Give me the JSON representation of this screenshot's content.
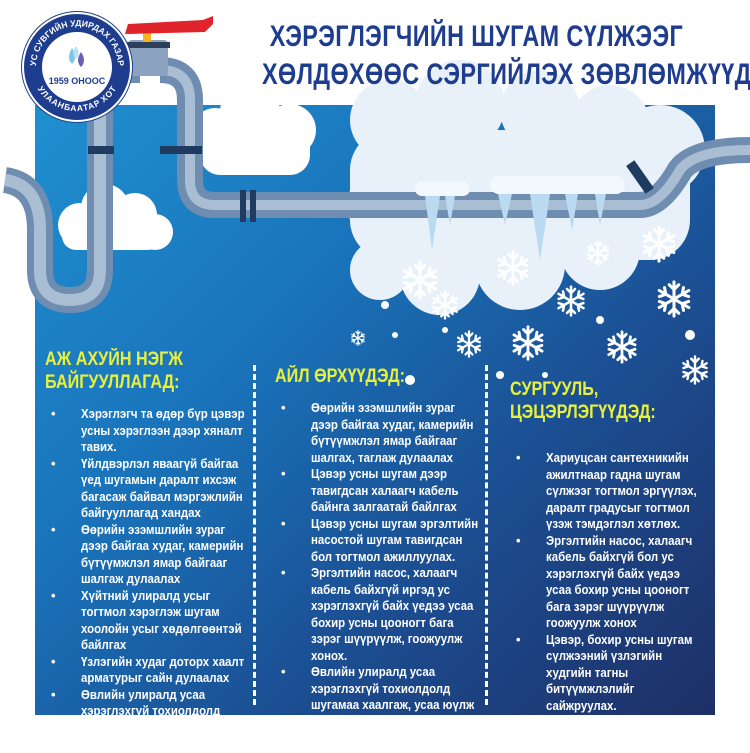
{
  "header": {
    "title_line1": "ХЭРЭГЛЭГЧИЙН ШУГАМ СҮЛЖЭЭГ",
    "title_line2": "ХӨЛДӨХӨӨС СЭРГИЙЛЭХ ЗӨВЛӨМЖҮҮД"
  },
  "logo": {
    "ring_top": "УС СУВГИЙН УДИРДАХ ГАЗАР",
    "ring_bottom": "УЛААНБААТАР ХОТ",
    "year": "1959 ОНООС"
  },
  "colors": {
    "title": "#1e3d8f",
    "heading": "#e8f03a",
    "panel_light": "#1f8fd0",
    "panel_dark": "#1e2f66",
    "valve_handle": "#e0242b"
  },
  "sections": [
    {
      "heading_line1": "АЖ АХУЙН НЭГЖ",
      "heading_line2": "БАЙГУУЛЛАГАД:",
      "items": [
        "Хэрэглэгч та өдөр бүр цэвэр усны хэрэглээн дээр хяналт тавих.",
        "Үйлдвэрлэл яваагүй байгаа үед шугамын даралт ихсэж багасаж байвал мэргэжлийн байгууллагад  хандах",
        "Өөрийн эзэмшлийн  зураг дээр байгаа худаг, камерийн бүтүүмжлэл ямар   байгааг шалгаж дулаалах",
        "Хүйтний улиралд  усыг тогтмол хэрэглэж шугам хоолойн усыг хөдөлгөөнтэй байлгах",
        "Үзлэгийн худаг доторх хаалт арматурыг сайн дулаалах",
        "Өвлийн улиралд усаа хэрэглэхгүй тохиолдолд шугмаа хаалгаж, усаа юүлж хоослох."
      ]
    },
    {
      "heading_line1": "АЙЛ ӨРХҮҮДЭД:",
      "heading_line2": "",
      "items": [
        "Өөрийн эзэмшлийн  зураг дээр байгаа худаг, камерийн бүтүүмжлэл ямар байгааг шалгах, таглаж дулаалах",
        "Цэвэр усны шугам дээр тавигдсан халаагч кабель байнга залгаатай байлгах",
        "Цэвэр усны шугам эргэлтийн насостой шугам тавигдсан бол тогтмол ажиллуулах.",
        "Эргэлтийн насос, халаагч кабель байхгүй иргэд ус хэрэглэхгүй  байх үедээ усаа бохир усны цооногт бага зэрэг шүүрүүлж, гоожуулж хонох.",
        "Өвлийн улиралд усаа хэрэглэхгүй тохиолдолд шугамаа хаалгаж, усаа юүлж хоослох"
      ]
    },
    {
      "heading_line1": "СУРГУУЛЬ,",
      "heading_line2": "ЦЭЦЭРЛЭГҮҮДЭД:",
      "items": [
        "Хариуцсан сантехникийн ажилтнаар гадна шугам сүлжээг тогтмол эргүүлэх, даралт градусыг тогтмол үзэж тэмдэглэл хөтлөх.",
        "Эргэлтийн насос, халаагч кабель байхгүй бол ус хэрэглэхгүй  байх үедээ усаа бохир усны цооногт бага зэрэг шүүрүүлж гоожуулж хонох",
        "Цэвэр, бохир усны шугам сүлжээний үзлэгийн худгийн тагны битүүмжлэлийг сайжруулах."
      ]
    }
  ],
  "icons": {
    "bullet": "•",
    "snowflake": "snowflake-icon",
    "water-drops": "water-drop-icon",
    "valve": "valve-icon"
  }
}
